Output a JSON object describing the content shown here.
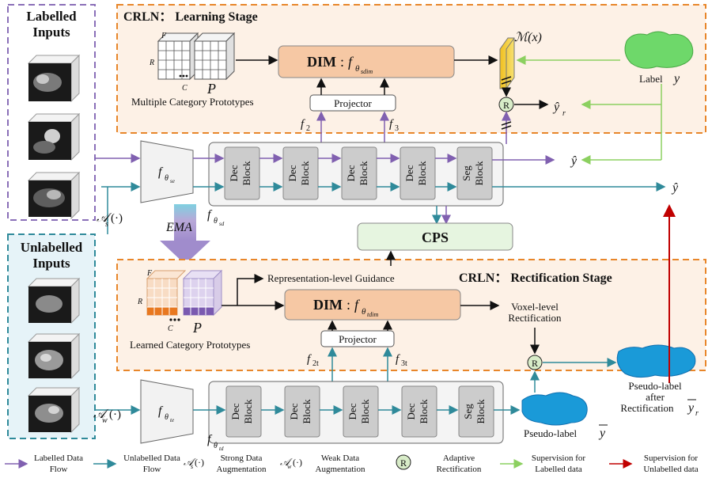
{
  "panels": {
    "labelled": "Labelled Inputs",
    "labelled_l1": "Labelled",
    "labelled_l2": "Inputs",
    "unlabelled_l1": "Unlabelled",
    "unlabelled_l2": "Inputs"
  },
  "learning": {
    "title": "CRLN： Learning Stage",
    "dim": "DIM",
    "dim_sub": "f",
    "dim_sub_index": "θ",
    "dim_sub_sub": "sdim",
    "projector": "Projector",
    "prototypes_caption": "Multiple Category  Prototypes",
    "axis_f": "F",
    "axis_r": "R",
    "axis_c": "C",
    "axis_p": "P",
    "mask": "ℳ(x)",
    "label": "Label",
    "label_var": "y",
    "f2": "f",
    "f2_idx": "2",
    "f3": "f",
    "f3_idx": "3",
    "yhat_r": "ŷ",
    "yhat_r_idx": "r"
  },
  "rectification": {
    "title": "CRLN： Rectification Stage",
    "dim": "DIM",
    "dim_sub_sub": "tdim",
    "projector": "Projector",
    "prototypes_caption": "Learned Category Prototypes",
    "guidance": "Representation-level Guidance",
    "voxel_l1": "Voxel-level",
    "voxel_l2": "Rectification",
    "f2t_idx": "2t",
    "f3t_idx": "3t",
    "pseudo": "Pseudo-label",
    "pseudo_var": "y",
    "pseudo_after_l1": "Pseudo-label",
    "pseudo_after_l2": "after",
    "pseudo_after_l3": "Rectification",
    "pseudo_after_var": "y",
    "pseudo_after_idx": "r"
  },
  "network": {
    "encoder_s_idx": "se",
    "encoder_t_idx": "te",
    "decoder_s_idx": "sd",
    "decoder_t_idx": "td",
    "dec_l1": "Dec",
    "dec_l2": "Block",
    "seg_l1": "Seg",
    "seg_l2": "Block",
    "yhat": "ŷ",
    "cps": "CPS",
    "ema": "EMA",
    "aug_s": "𝒜",
    "aug_s_idx": "s",
    "aug_w_idx": "w",
    "aug_arg": "(·)",
    "r_symbol": "R"
  },
  "legend": {
    "labelled_flow_l1": "Labelled Data",
    "labelled_flow_l2": "Flow",
    "unlabelled_flow_l1": "Unlabelled Data",
    "unlabelled_flow_l2": "Flow",
    "strong_l1": "Strong Data",
    "strong_l2": "Augmentation",
    "weak_l1": "Weak Data",
    "weak_l2": "Augmentation",
    "adaptive_l1": "Adaptive",
    "adaptive_l2": "Rectification",
    "sup_lab_l1": "Supervision for",
    "sup_lab_l2": "Labelled data",
    "sup_unlab_l1": "Supervision for",
    "sup_unlab_l2": "Unlabelled data"
  },
  "colors": {
    "purple": "#8060b0",
    "teal": "#2f8a9a",
    "green": "#8cd060",
    "red": "#c00000",
    "orange": "#e8862a",
    "dim_fill": "#f6c8a4"
  }
}
